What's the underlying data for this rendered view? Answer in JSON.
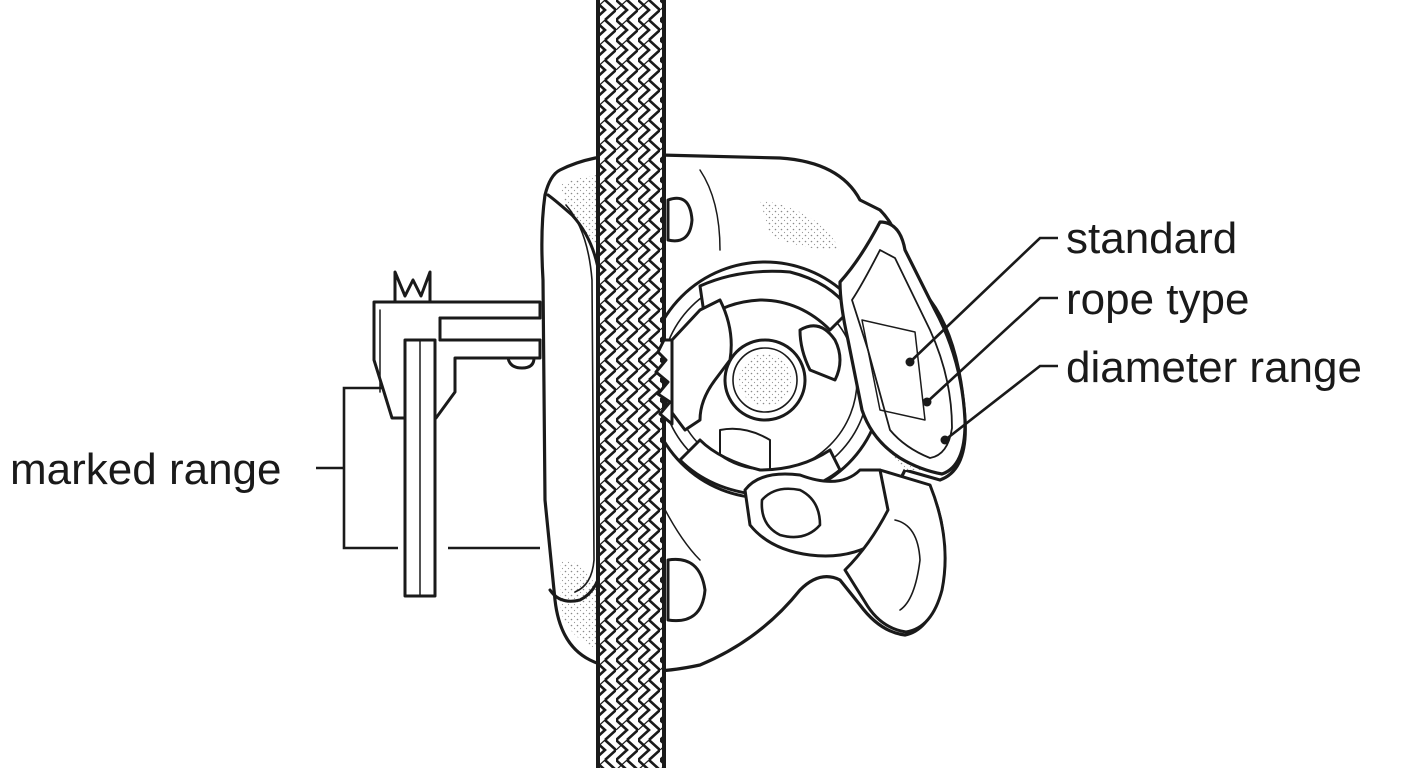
{
  "labels": {
    "standard": "standard",
    "rope_type": "rope type",
    "diameter_range": "diameter range",
    "marked_range": "marked range"
  },
  "icons": {
    "device": "rope-clamp-device-icon",
    "rope": "braided-rope-icon",
    "caliper": "caliper-icon"
  },
  "colors": {
    "ink": "#1a1a1a",
    "paper": "#ffffff",
    "stipple": "#bdbdbd"
  }
}
